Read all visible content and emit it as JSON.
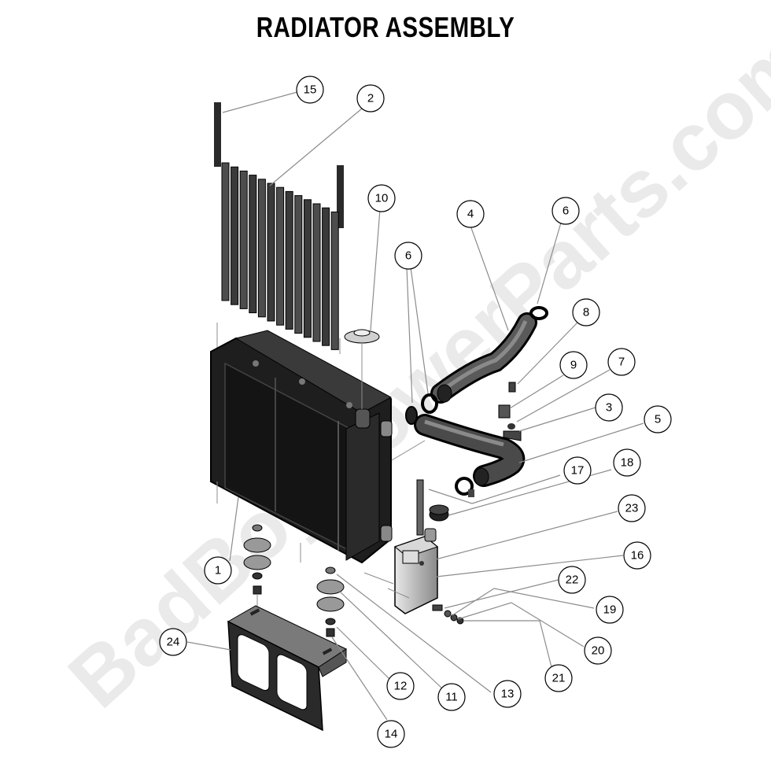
{
  "title": "RADIATOR ASSEMBLY",
  "watermark": "BadBoyMowerParts.com",
  "callouts": [
    {
      "id": "1",
      "label": "1"
    },
    {
      "id": "2",
      "label": "2"
    },
    {
      "id": "3",
      "label": "3"
    },
    {
      "id": "4",
      "label": "4"
    },
    {
      "id": "5",
      "label": "5"
    },
    {
      "id": "6a",
      "label": "6"
    },
    {
      "id": "6b",
      "label": "6"
    },
    {
      "id": "7",
      "label": "7"
    },
    {
      "id": "8",
      "label": "8"
    },
    {
      "id": "9",
      "label": "9"
    },
    {
      "id": "10",
      "label": "10"
    },
    {
      "id": "11",
      "label": "11"
    },
    {
      "id": "12",
      "label": "12"
    },
    {
      "id": "13",
      "label": "13"
    },
    {
      "id": "14",
      "label": "14"
    },
    {
      "id": "15",
      "label": "15"
    },
    {
      "id": "16",
      "label": "16"
    },
    {
      "id": "17",
      "label": "17"
    },
    {
      "id": "18",
      "label": "18"
    },
    {
      "id": "19",
      "label": "19"
    },
    {
      "id": "20",
      "label": "20"
    },
    {
      "id": "21",
      "label": "21"
    },
    {
      "id": "22",
      "label": "22"
    },
    {
      "id": "23",
      "label": "23"
    },
    {
      "id": "24",
      "label": "24"
    }
  ]
}
